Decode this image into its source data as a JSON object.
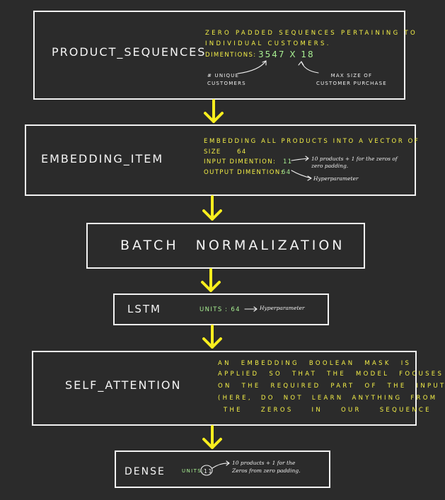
{
  "colors": {
    "background": "#2b2b2b",
    "box_border": "#f2f2f2",
    "arrow": "#f9ee1e",
    "note": "#f5f047",
    "value": "#a8ef92"
  },
  "blocks": {
    "product_sequences": {
      "title": "PRODUCT_SEQUENCES",
      "line1": "ZERO PADDED SEQUENCES PERTAINING TO",
      "line2": "INDIVIDUAL CUSTOMERS.",
      "dim_label": "DIMENTIONS:",
      "dim_value": "3547 x 18",
      "ann_left": "# UNIQUE\nCUSTOMERS",
      "ann_right": "MAX SIZE OF\nCUSTOMER PURCHASE"
    },
    "embedding_item": {
      "title": "EMBEDDING_ITEM",
      "line1": "EMBEDDING ALL PRODUCTS INTO A VECTOR OF",
      "line2_label": "SIZE",
      "line2_value": "64",
      "input_label": "INPUT DIMENTION:",
      "input_value": "11",
      "input_note": "10 products + 1 for the zeros of\nzero padding.",
      "output_label": "OUTPUT DIMENTION:",
      "output_value": "64",
      "output_note": "Hyperparameter"
    },
    "batch_normalization": {
      "title": "BATCH NORMALIZATION"
    },
    "lstm": {
      "title": "LSTM",
      "units_label": "UNITS",
      "units_value": ": 64",
      "units_note": "Hyperparameter"
    },
    "self_attention": {
      "title": "SELF_ATTENTION",
      "line1": "AN EMBEDDING BOOLEAN MASK IS",
      "line2": "APPLIED SO THAT THE MODEL FOCUSES",
      "line3": "ON THE REQUIRED PART OF THE INPUT",
      "line4": "(HERE, DO NOT LEARN ANYTHING FROM",
      "line5": "THE ZEROS IN OUR SEQUENCE"
    },
    "dense": {
      "title": "DENSE",
      "units_label": "UNITS:",
      "units_value": "11",
      "units_note": "10 products + 1 for the\nZeros from zero padding."
    }
  }
}
